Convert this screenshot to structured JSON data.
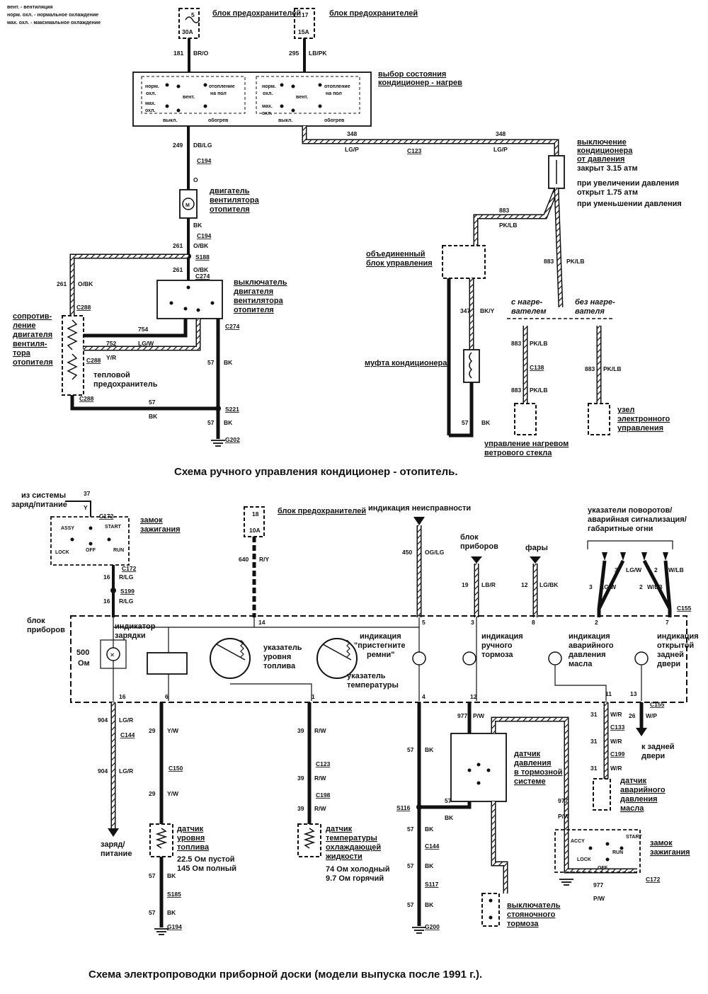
{
  "legend": {
    "line1": "вент. - вентиляция",
    "line2": "норм. охл. - нормальное охлаждение",
    "line3": "мах. охл. - максимальное охлаждение"
  },
  "top": {
    "title": "Схема ручного управления кондиционер - отопитель.",
    "fuse_box_label": "блок предохранителей",
    "fuse1": {
      "num": "5",
      "amp": "30A",
      "wire": "181",
      "color": "BR/O"
    },
    "fuse2": {
      "num": "17",
      "amp": "15A",
      "wire": "295",
      "color": "LB/PK"
    },
    "selector": {
      "label1": "выбор состояния",
      "label2": "кондиционер - нагрев",
      "norm": "норм.",
      "ohl": "охл.",
      "vent": "вент.",
      "heat1": "отопление",
      "heat2": "на пол",
      "max": "мах.",
      "off": "выкл.",
      "defrost": "обогрев"
    },
    "w348": "348",
    "w348_color": "LG/P",
    "c123": "C123",
    "w249": "249",
    "w249_color": "DB/LG",
    "c194": "C194",
    "o": "O",
    "motor": {
      "l1": "двигатель",
      "l2": "вентилятора",
      "l3": "отопителя",
      "m": "M"
    },
    "bk": "BK",
    "w261": "261",
    "w261_color": "O/BK",
    "s188": "S188",
    "c274": "C274",
    "blower_switch": {
      "l1": "выключатель",
      "l2": "двигателя",
      "l3": "вентилятора",
      "l4": "отопителя"
    },
    "resistor": {
      "l1": "сопротив-",
      "l2": "ление",
      "l3": "двигателя",
      "l4": "вентиля-",
      "l5": "тора",
      "l6": "отопителя"
    },
    "c288": "C288",
    "w754": "754",
    "w752": "752",
    "w752_color": "LG/W",
    "yr": "Y/R",
    "thermal1": "тепловой",
    "thermal2": "предохранитель",
    "w57": "57",
    "s221": "S221",
    "g202": "G202",
    "pressure": {
      "l1": "выключение",
      "l2": "кондиционера",
      "l3": "от давления",
      "l4": "закрыт 3.15 атм",
      "l5": "при увеличении давления",
      "l6": "открыт 1.75 атм",
      "l7": "при уменьшении давления"
    },
    "w883": "883",
    "w883_color": "PK/LB",
    "combined1": "объединенный",
    "combined2": "блок управления",
    "w347": "347",
    "w347_color": "BK/Y",
    "clutch": "муфта кондиционера",
    "with_heat1": "с нагре-",
    "with_heat2": "вателем",
    "without_heat1": "без нагре-",
    "without_heat2": "вателя",
    "c138": "C138",
    "windshield1": "управление нагревом",
    "windshield2": "ветрового стекла",
    "eec1": "узел",
    "eec2": "электронного",
    "eec3": "управления"
  },
  "bottom": {
    "title": "Схема электропроводки приборной доски (модели выпуска после 1991 г.).",
    "from_charge1": "из системы",
    "from_charge2": "заряд/питание",
    "w37": "37",
    "y": "Y",
    "c172": "C172",
    "ign": {
      "l1": "замок",
      "l2": "зажигания",
      "assy": "ASSY",
      "start": "START",
      "lock": "LOCK",
      "off": "OFF",
      "run": "RUN",
      "accy": "ACCY"
    },
    "w16": "16",
    "w16_color": "R/LG",
    "s199": "S199",
    "fuse": {
      "num": "18",
      "amp": "10A"
    },
    "w640": "640",
    "w640_color": "R/Y",
    "fault": "индикация неисправности",
    "w450": "450",
    "w450_color": "OG/LG",
    "cluster_in1": "блок",
    "cluster_in2": "приборов",
    "w19": "19",
    "w19_color": "LB/R",
    "headlights": "фары",
    "w12": "12",
    "w12_color": "LG/BK",
    "turn1": "указатели поворотов/",
    "turn2": "аварийная сигнализация/",
    "turn3": "габаритные огни",
    "w3": "3",
    "w2": "2",
    "lgw": "LG/W",
    "wlb": "W/LB",
    "c155": "C155",
    "cluster1": "блок",
    "cluster2": "приборов",
    "pins": {
      "p14": "14",
      "p5": "5",
      "p3": "3",
      "p8": "8",
      "p2": "2",
      "p7": "7",
      "p16": "16",
      "p6": "6",
      "p1": "1",
      "p4": "4",
      "p12": "12",
      "p11": "11",
      "p13": "13"
    },
    "charge_ind1": "индикатор",
    "charge_ind2": "зарядки",
    "r500a": "500",
    "r500b": "Ом",
    "fuel1": "указатель",
    "fuel2": "уровня",
    "fuel3": "топлива",
    "temp1": "указатель",
    "temp2": "температуры",
    "belt1": "индикация",
    "belt2": "\"пристегните",
    "belt3": "ремни\"",
    "park1": "индикация",
    "park2": "ручного",
    "park3": "тормоза",
    "oil1": "индикация",
    "oil2": "аварийного",
    "oil3": "давления",
    "oil4": "масла",
    "door1": "индикация",
    "door2": "открытой",
    "door3": "задней",
    "door4": "двери",
    "w904": "904",
    "w904_color": "LG/R",
    "c144": "C144",
    "charge_out1": "заряд/",
    "charge_out2": "питание",
    "w29": "29",
    "w29_color": "Y/W",
    "c150": "C150",
    "fuel_sender": {
      "l1": "датчик",
      "l2": "уровня",
      "l3": "топлива",
      "l4": "22.5 Ом пустой",
      "l5": "145 Ом полный"
    },
    "w57": "57",
    "bk": "BK",
    "s185": "S185",
    "g194": "G194",
    "w39": "39",
    "w39_color": "R/W",
    "c123": "C123",
    "c198": "C198",
    "temp_sender": {
      "l1": "датчик",
      "l2": "температуры",
      "l3": "охлаждающей",
      "l4": "жидкости",
      "l5": "74 Ом холодный",
      "l6": "9.7 Ом горячий"
    },
    "s116": "S116",
    "s117": "S117",
    "g200": "G200",
    "w977": "977",
    "w977_color": "P/W",
    "brake_sensor": {
      "l1": "датчик",
      "l2": "давления",
      "l3": "в тормозной",
      "l4": "системе"
    },
    "w31": "31",
    "w31_color": "W/R",
    "c133": "C133",
    "c199": "C199",
    "c155b": "C155",
    "wp": "W/P",
    "rear_door1": "к задней",
    "rear_door2": "двери",
    "oil_sensor": {
      "l1": "датчик",
      "l2": "аварийного",
      "l3": "давления",
      "l4": "масла"
    },
    "park_switch1": "выключатель",
    "park_switch2": "стояночного",
    "park_switch3": "тормоза"
  }
}
